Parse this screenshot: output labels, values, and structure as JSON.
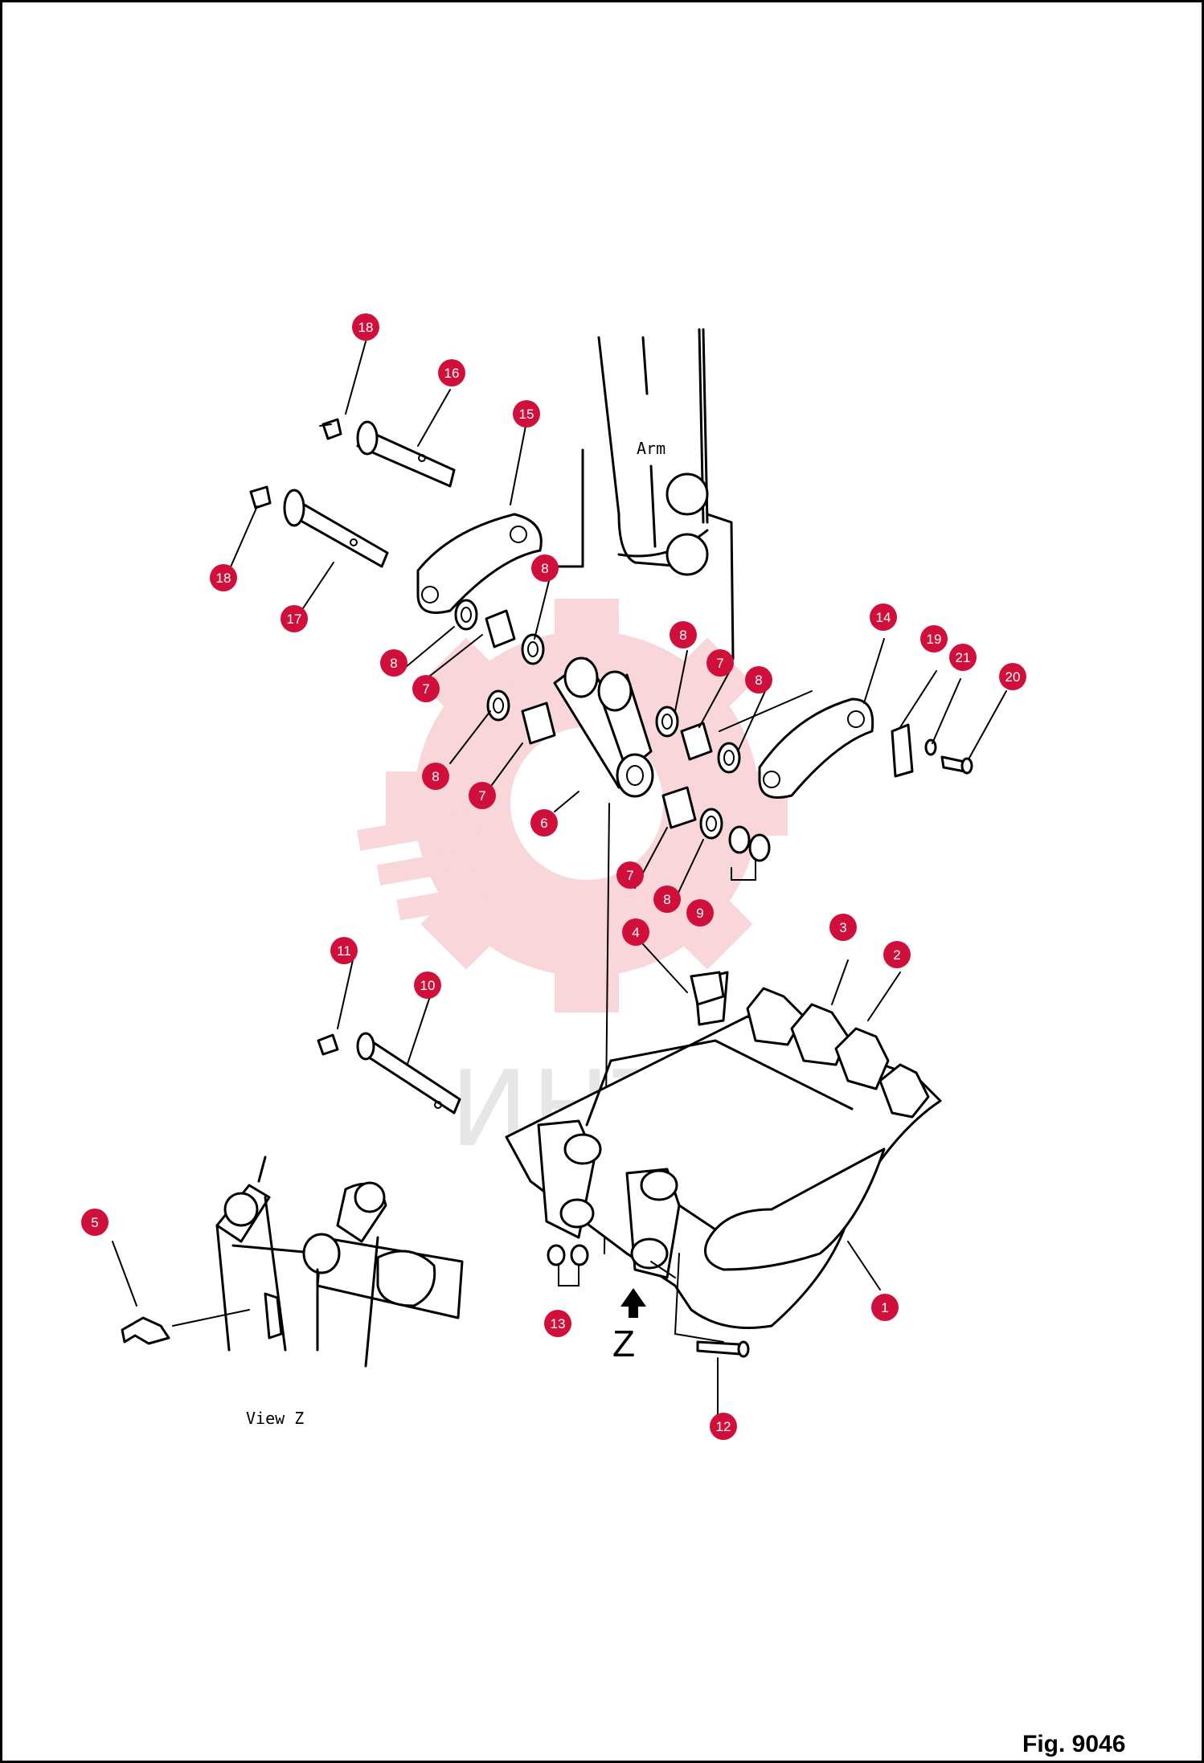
{
  "figure": {
    "figure_label": "Fig. 9046",
    "arm_label": "Arm",
    "view_label": "View Z",
    "arrow_label": "Z",
    "watermark_text": "ИНТЕХ"
  },
  "colors": {
    "callout": "#d0103a",
    "watermark": "#f6c3c7"
  },
  "callouts": [
    {
      "num": "18"
    },
    {
      "num": "16"
    },
    {
      "num": "15"
    },
    {
      "num": "18"
    },
    {
      "num": "17"
    },
    {
      "num": "8"
    },
    {
      "num": "8"
    },
    {
      "num": "7"
    },
    {
      "num": "8"
    },
    {
      "num": "7"
    },
    {
      "num": "6"
    },
    {
      "num": "8"
    },
    {
      "num": "7"
    },
    {
      "num": "8"
    },
    {
      "num": "14"
    },
    {
      "num": "19"
    },
    {
      "num": "21"
    },
    {
      "num": "20"
    },
    {
      "num": "7"
    },
    {
      "num": "8"
    },
    {
      "num": "9"
    },
    {
      "num": "4"
    },
    {
      "num": "3"
    },
    {
      "num": "2"
    },
    {
      "num": "11"
    },
    {
      "num": "10"
    },
    {
      "num": "5"
    },
    {
      "num": "1"
    },
    {
      "num": "13"
    },
    {
      "num": "12"
    }
  ]
}
